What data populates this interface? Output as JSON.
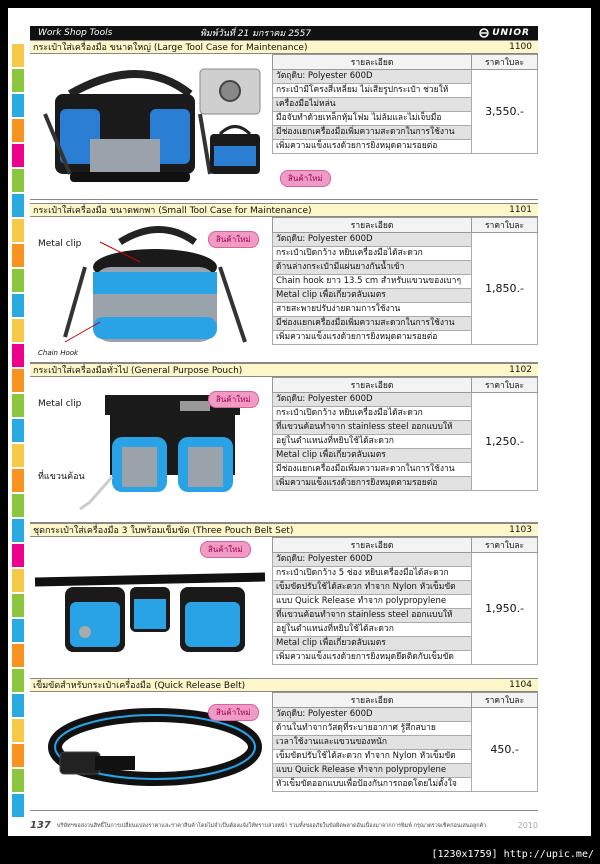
{
  "header": {
    "left": "Work Shop Tools",
    "date": "พิมพ์วันที่ 21 มกราคม 2557",
    "brand": "UNIOR"
  },
  "colors": {
    "tabs": [
      "#f7c948",
      "#8cc63f",
      "#29abe2",
      "#f7931e",
      "#ec008c",
      "#8cc63f",
      "#29abe2",
      "#f7c948",
      "#f7931e",
      "#8cc63f",
      "#29abe2",
      "#f7c948",
      "#ec008c",
      "#f7931e",
      "#8cc63f",
      "#29abe2",
      "#f7c948",
      "#f7931e",
      "#8cc63f",
      "#29abe2",
      "#ec008c",
      "#f7c948",
      "#8cc63f",
      "#29abe2",
      "#f7931e",
      "#8cc63f",
      "#29abe2",
      "#f7c948",
      "#f7931e",
      "#8cc63f",
      "#29abe2"
    ]
  },
  "common": {
    "detail_header": "รายละเอียด",
    "price_header": "ราคาใบละ",
    "new_badge": "สินค้าใหม่"
  },
  "sections": [
    {
      "title": "กระเป๋าใส่เครื่องมือ ขนาดใหญ่ (Large Tool Case for Maintenance)",
      "code": "1100",
      "price": "3,550.-",
      "rows": [
        "วัตถุดิบ: Polyester 600D",
        "กระเป๋ามีโครงสี่เหลี่ยม ไม่เสียรูปกระเป๋า ช่วยให้",
        "เครื่องมือไม่หล่น",
        "มือจับทำด้วยเหล็กหุ้มโฟม ไม่ล้มและไม่เจ็บมือ",
        "มีช่องแยกเครื่องมือเพิ่มความสะดวกในการใช้งาน",
        "เพิ่มความแข็งแรงด้วยการยิงหมุดตามรอยต่อ"
      ]
    },
    {
      "title": "กระเป๋าใส่เครื่องมือ ขนาดพกพา (Small Tool Case for Maintenance)",
      "code": "1101",
      "price": "1,850.-",
      "callouts": [
        "Metal clip",
        "Chain Hook"
      ],
      "rows": [
        "วัตถุดิบ: Polyester 600D",
        "กระเป๋าเปิดกว้าง หยิบเครื่องมือได้สะดวก",
        "ด้านล่างกระเป๋ามีแผ่นยางกันน้ำเข้า",
        "Chain hook ยาว 13.5 cm สำหรับแขวนของเบาๆ",
        "Metal clip เพื่อเกี่ยวตลับเมตร",
        "สายสะพายปรับง่ายตามการใช้งาน",
        "มีช่องแยกเครื่องมือเพิ่มความสะดวกในการใช้งาน",
        "เพิ่มความแข็งแรงด้วยการยิงหมุดตามรอยต่อ"
      ]
    },
    {
      "title": "กระเป๋าใส่เครื่องมือทั่วไป (General Purpose Pouch)",
      "code": "1102",
      "price": "1,250.-",
      "callouts": [
        "Metal clip",
        "ที่แขวนค้อน"
      ],
      "rows": [
        "วัตถุดิบ: Polyester 600D",
        "กระเป๋าเปิดกว้าง หยิบเครื่องมือได้สะดวก",
        "ที่แขวนค้อนทำจาก stainless steel ออกแบบให้",
        "อยู่ในตำแหน่งที่หยิบใช้ได้สะดวก",
        "Metal clip เพื่อเกี่ยวตลับเมตร",
        "มีช่องแยกเครื่องมือเพิ่มความสะดวกในการใช้งาน",
        "เพิ่มความแข็งแรงด้วยการยิงหมุดตามรอยต่อ"
      ]
    },
    {
      "title": "ชุดกระเป๋าใส่เครื่องมือ 3 ใบพร้อมเข็มขัด (Three Pouch Belt Set)",
      "code": "1103",
      "price": "1,950.-",
      "rows": [
        "วัตถุดิบ: Polyester 600D",
        "กระเป๋าเปิดกว้าง 5 ช่อง หยิบเครื่องมือได้สะดวก",
        "เข็มขัดปรับใช้ได้สะดวก ทำจาก Nylon หัวเข็มขัด",
        "แบบ Quick Release ทำจาก polypropylene",
        "ที่แขวนค้อนทำจาก stainless steel ออกแบบให้",
        "อยู่ในตำแหน่งที่หยิบใช้ได้สะดวก",
        "Metal clip เพื่อเกี่ยวตลับเมตร",
        "เพิ่มความแข็งแรงด้วยการยิงหมุดยึดติดกับเข็มขัด"
      ]
    },
    {
      "title": "เข็มขัดสำหรับกระเป๋าเครื่องมือ (Quick Release Belt)",
      "code": "1104",
      "price": "450.-",
      "rows": [
        "วัตถุดิบ: Polyester 600D",
        "ด้านในทำจากวัสดุที่ระบายอากาศ รู้สึกสบาย",
        "เวลาใช้งานและแขวนของหนัก",
        "เข็มขัดปรับใช้ได้สะดวก ทำจาก Nylon หัวเข็มขัด",
        "แบบ Quick Release ทำจาก polypropylene",
        "หัวเข็มขัดออกแบบเพื่อป้องกันการถอดโดยไม่ตั้งใจ"
      ]
    }
  ],
  "footer": {
    "page": "137",
    "note": "บริษัทฯขอสงวนสิทธิ์ในการเปลี่ยนแปลงราคาและราคาสินค้าโดยไม่จำเป็นต้องแจ้งให้ทราบล่วงหน้า รวมทั้งขออภัยในข้อผิดพลาดอันเนื่องมาจากการพิมพ์ กรุณาตรวจเช็คก่อนเสนอลูกค้า",
    "year": "2010"
  },
  "watermark": "[1230x1759] http://upic.me/"
}
